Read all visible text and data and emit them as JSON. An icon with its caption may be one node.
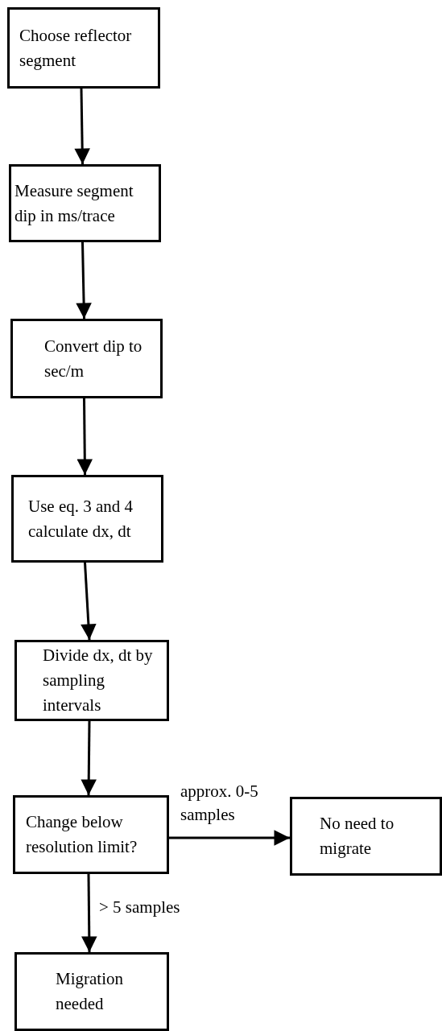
{
  "diagram": {
    "nodes": [
      {
        "text": [
          "Choose reflector segment"
        ]
      },
      {
        "text": [
          "Measure segment dip in ms/trace"
        ]
      },
      {
        "text": [
          "Convert dip to sec/m"
        ]
      },
      {
        "text": [
          "Use eq. 3 and 4 calculate dx, dt"
        ]
      },
      {
        "text": [
          "Divide dx, dt by sampling intervals"
        ]
      },
      {
        "text": [
          "Change below resolution limit?"
        ]
      },
      {
        "text": [
          "No need to migrate"
        ]
      },
      {
        "text": [
          "Migration needed"
        ]
      }
    ],
    "edges": [
      {
        "from": 0,
        "to": 1,
        "arrow": "to"
      },
      {
        "from": 1,
        "to": 2,
        "arrow": "to"
      },
      {
        "from": 2,
        "to": 3,
        "arrow": "to"
      },
      {
        "from": 3,
        "to": 4,
        "arrow": "to"
      },
      {
        "from": 4,
        "to": 5,
        "arrow": "to"
      },
      {
        "from": 5,
        "to": 6,
        "label": "approx. 0-5 samples",
        "arrow": "to"
      },
      {
        "from": 5,
        "to": 7,
        "label": "> 5 samples",
        "arrow": "to"
      }
    ]
  }
}
